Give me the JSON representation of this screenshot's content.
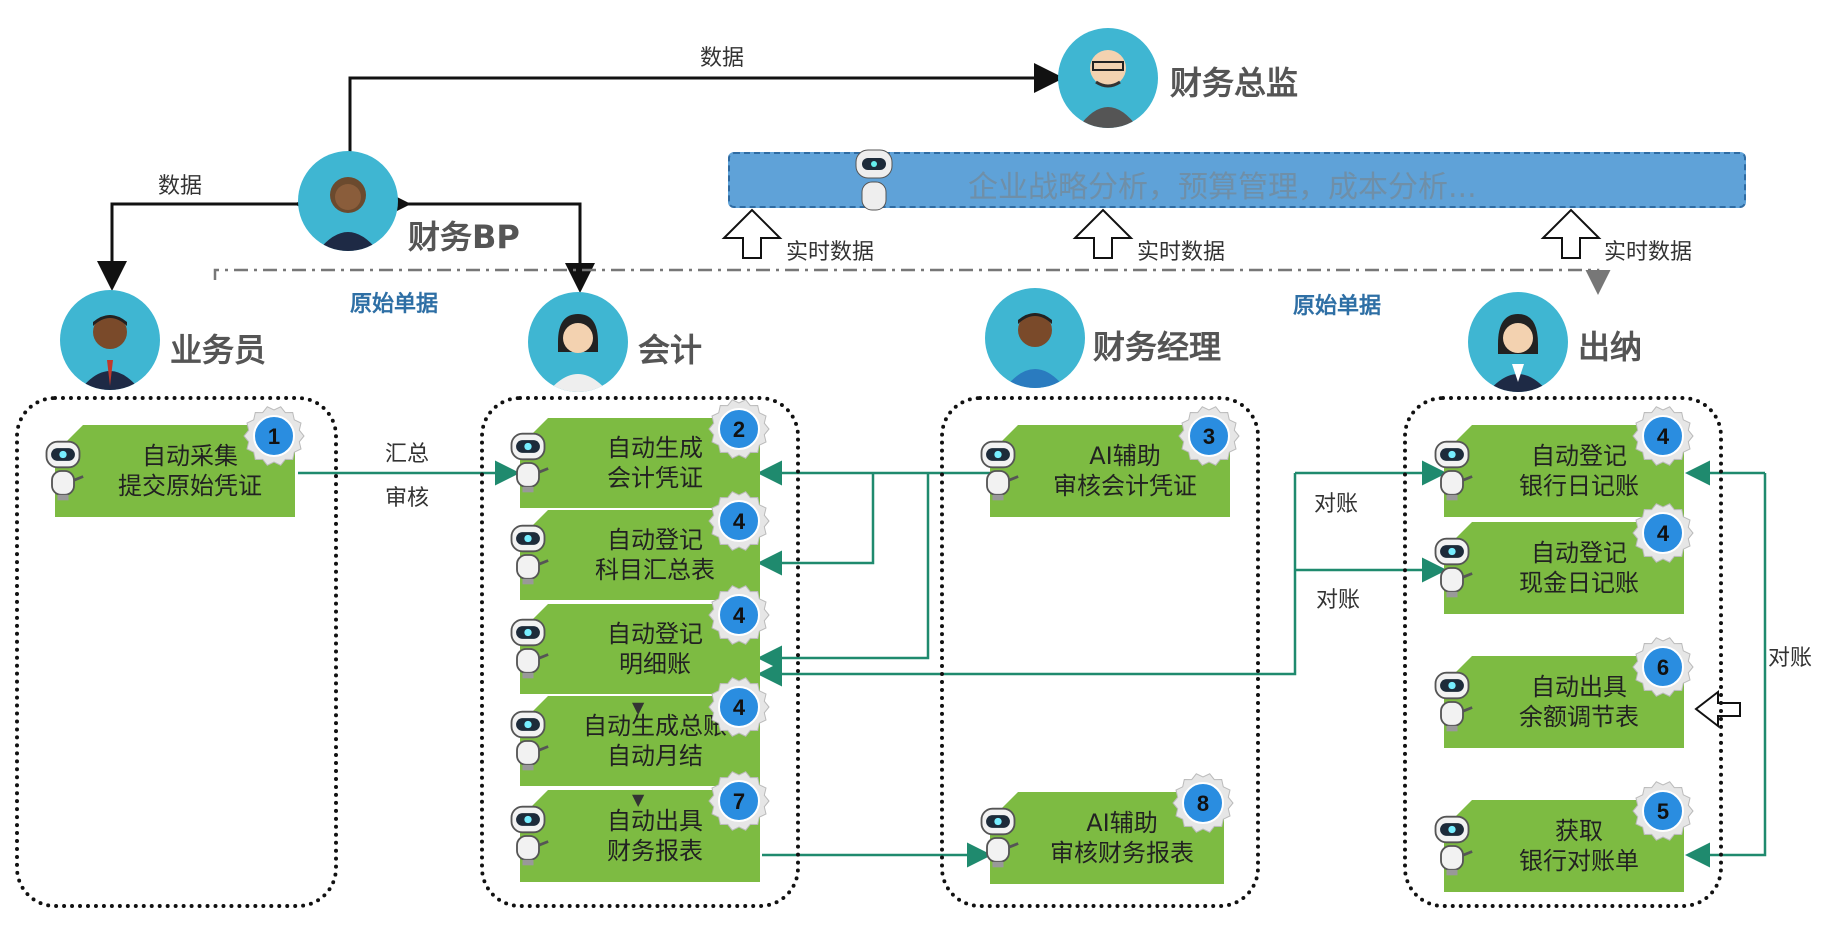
{
  "roles": {
    "cfo": "财务总监",
    "bp": "财务BP",
    "sales": "业务员",
    "accounting": "会计",
    "manager": "财务经理",
    "cashier": "出纳"
  },
  "banner": {
    "text": "企业战略分析，预算管理，成本分析..."
  },
  "labels": {
    "data_top": "数据",
    "data_left": "数据",
    "original_docs_left": "原始单据",
    "original_docs_right": "原始单据",
    "realtime_1": "实时数据",
    "realtime_2": "实时数据",
    "realtime_3": "实时数据",
    "summarize": "汇总",
    "review": "审核",
    "reconcile_1": "对账",
    "reconcile_2": "对账",
    "reconcile_3": "对账"
  },
  "cards": {
    "collect": {
      "badge": "1",
      "line1": "自动采集",
      "line2": "提交原始凭证"
    },
    "voucher": {
      "badge": "2",
      "line1": "自动生成",
      "line2": "会计凭证"
    },
    "subject": {
      "badge": "4",
      "line1": "自动登记",
      "line2": "科目汇总表"
    },
    "detail": {
      "badge": "4",
      "line1": "自动登记",
      "line2": "明细账"
    },
    "ledger": {
      "badge": "4",
      "line1": "自动生成总账",
      "line2": "自动月结"
    },
    "report": {
      "badge": "7",
      "line1": "自动出具",
      "line2": "财务报表"
    },
    "ai_voucher": {
      "badge": "3",
      "line1": "AI辅助",
      "line2": "审核会计凭证"
    },
    "ai_report": {
      "badge": "8",
      "line1": "AI辅助",
      "line2": "审核财务报表"
    },
    "bank_journal": {
      "badge": "4",
      "line1": "自动登记",
      "line2": "银行日记账"
    },
    "cash_journal": {
      "badge": "4",
      "line1": "自动登记",
      "line2": "现金日记账"
    },
    "balance": {
      "badge": "6",
      "line1": "自动出具",
      "line2": "余额调节表"
    },
    "statement": {
      "badge": "5",
      "line1": "获取",
      "line2": "银行对账单"
    }
  },
  "colors": {
    "card_green": "#7dbb42",
    "badge_blue": "#2a8de0",
    "avatar_teal": "#3fb6d2",
    "banner_blue": "#5fa2d8",
    "connector_green": "#1f8a6e"
  }
}
